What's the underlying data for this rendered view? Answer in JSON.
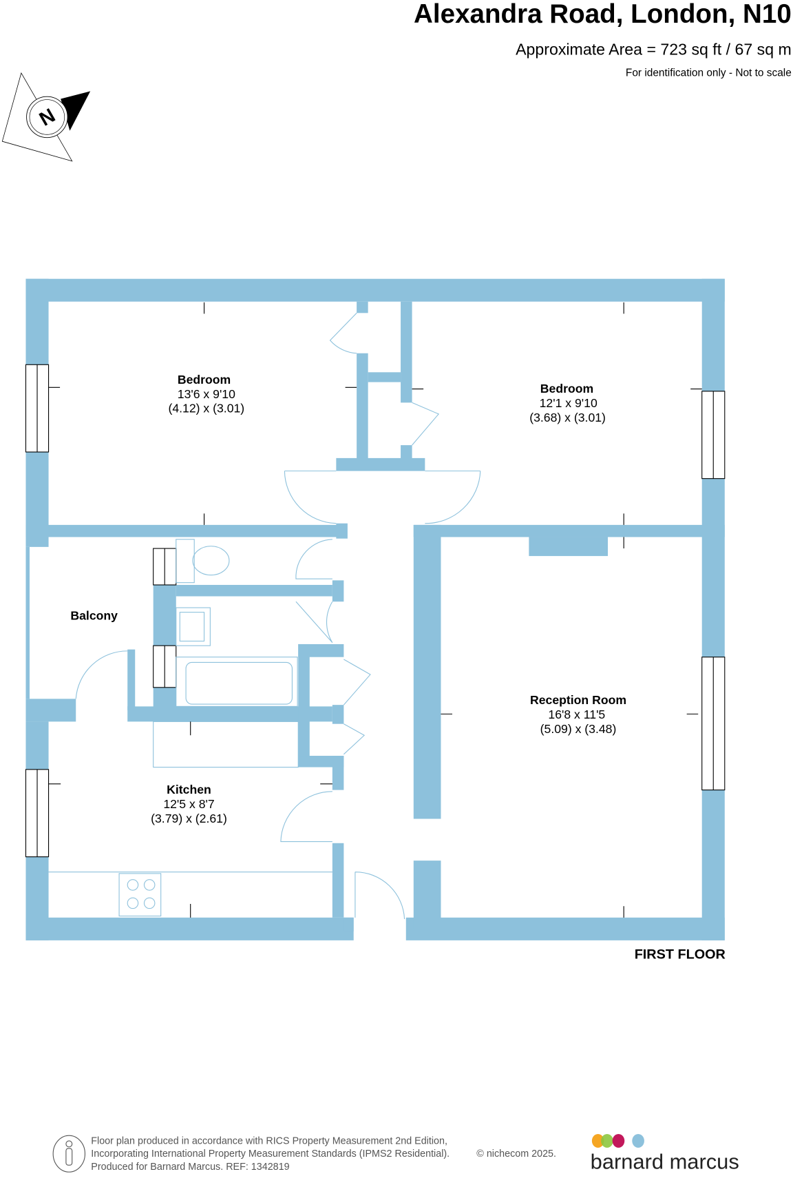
{
  "header": {
    "title": "Alexandra Road, London, N10",
    "area": "Approximate Area = 723 sq ft / 67 sq m",
    "disclaimer": "For identification only - Not to scale"
  },
  "compass": {
    "label": "N"
  },
  "rooms": [
    {
      "name": "Bedroom",
      "imperial": "13'6 x 9'10",
      "metric": "(4.12) x (3.01)"
    },
    {
      "name": "Bedroom",
      "imperial": "12'1 x 9'10",
      "metric": "(3.68) x (3.01)"
    },
    {
      "name": "Reception Room",
      "imperial": "16'8 x 11'5",
      "metric": "(5.09) x (3.48)"
    },
    {
      "name": "Kitchen",
      "imperial": "12'5 x 8'7",
      "metric": "(3.79) x (2.61)"
    },
    {
      "name": "Balcony"
    }
  ],
  "floor_label": "FIRST FLOOR",
  "footer": {
    "line1": "Floor plan produced in accordance with RICS Property Measurement 2nd Edition,",
    "line2": "Incorporating International Property Measurement Standards (IPMS2 Residential).",
    "copyright": "© nichecom 2025.",
    "line3": "Produced for Barnard Marcus.   REF:  1342819",
    "brand": "barnard marcus"
  },
  "colors": {
    "wall": "#8dc1dc",
    "brand_dots": [
      "#f5a623",
      "#8dc63f",
      "#c2185b",
      "#8dc1dc"
    ]
  }
}
